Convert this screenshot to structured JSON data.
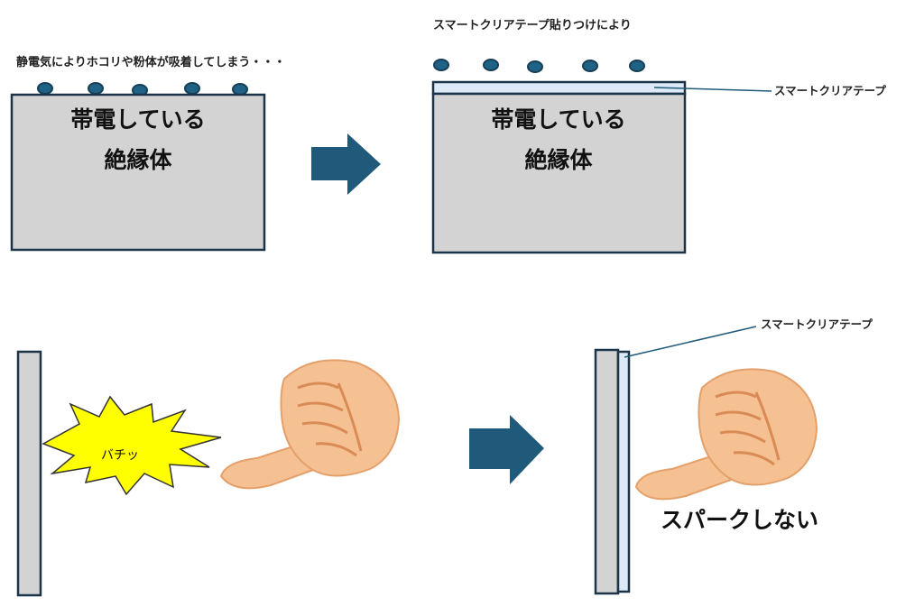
{
  "top_left": {
    "caption": "静電気によりホコリや粉体が吸着してしまう・・・",
    "box_line1": "帯電している",
    "box_line2": "絶縁体"
  },
  "top_right": {
    "caption": "スマートクリアテープ貼りつけにより",
    "tape_label": "スマートクリアテープ",
    "box_line1": "帯電している",
    "box_line2": "絶縁体"
  },
  "bottom_left": {
    "spark_text": "バチッ"
  },
  "bottom_right": {
    "tape_label": "スマートクリアテープ",
    "result_text": "スパークしない"
  },
  "colors": {
    "dust": "#1f6285",
    "arrow": "#1f5a7a",
    "insulator": "#d3d3d3",
    "tape": "#dde9f6",
    "spark": "#ffff00"
  }
}
